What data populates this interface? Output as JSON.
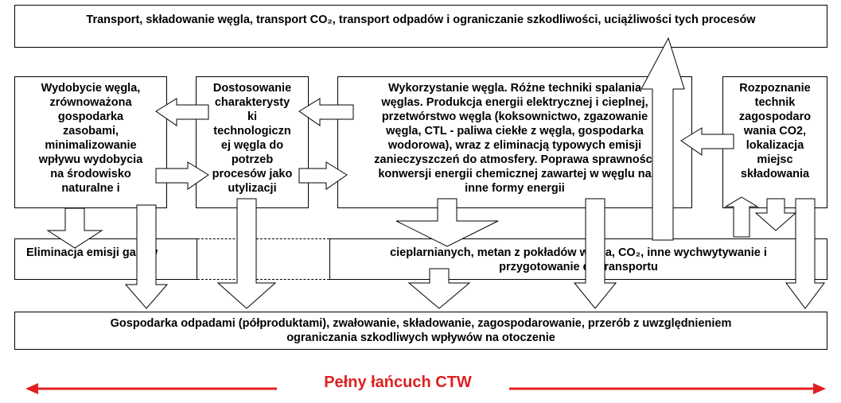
{
  "boxes": {
    "transport": "Transport, składowanie węgla, transport CO₂, transport odpadów i ograniczanie szkodliwości, uciążliwości tych procesów",
    "wydobycie": "Wydobycie węgla,\nzrównoważona\ngospodarka\nzasobami,\nminimalizowanie\nwpływu wydobycia\nna środowisko\nnaturalne i",
    "dostosowanie": "Dostosowanie\ncharakterysty\nki\ntechnologiczn\nej węgla do\npotrzeb\nprocesów jako\nutylizacji",
    "wykorzystanie": "Wykorzystanie węgla. Różne techniki spalania\nwęglas. Produkcja energii elektrycznej i cieplnej,\nprzetwórstwo węgla (koksownictwo, zgazowanie\nwęgla, CTL - paliwa ciekłe z węgla, gospodarka\nwodorowa), wraz z eliminacją typowych emisji\nzanieczyszczeń do atmosfery. Poprawa sprawności\nkonwersji energii chemicznej zawartej w węglu na\ninne formy energii",
    "rozpoznanie": "Rozpoznanie\ntechnik\nzagospodaro\nwania CO2,\nlokalizacja\nmiejsc\nskładowania",
    "eliminacja": "Eliminacja emisji gazów",
    "cieplarnianych": "cieplarnianych, metan z pokładów węgla, CO₂, inne wychwytywanie i\nprzygotowanie do transportu",
    "gospodarka": "Gospodarka odpadami (półproduktami), zwałowanie, składowanie, zagospodarowanie, przerób z uwzględnieniem\nograniczania szkodliwych wpływów na otoczenie"
  },
  "footer": {
    "title": "Pełny łańcuch CTW",
    "arrow_color": "#e02020"
  }
}
